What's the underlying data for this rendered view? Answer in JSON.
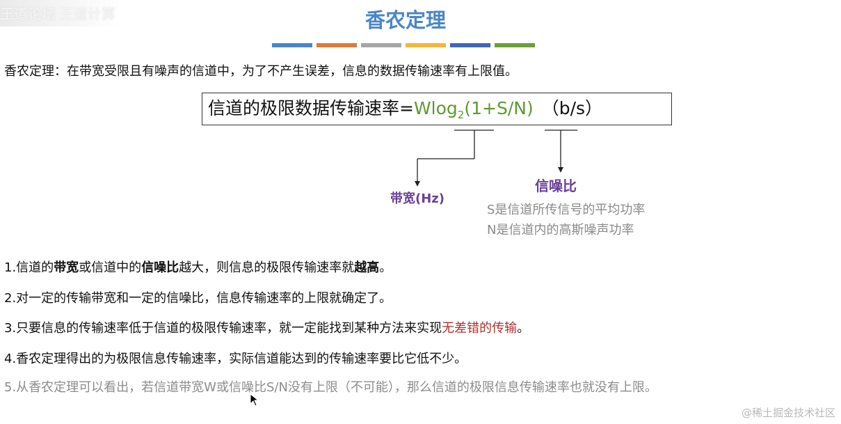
{
  "forum_logo": {
    "main": "王道论坛",
    "sub": "王道计算"
  },
  "slide": {
    "title": "香农定理",
    "title_bar_colors": [
      "#4a86c5",
      "#dd7a3a",
      "#a6a6a6",
      "#f2b83a",
      "#3f65b6",
      "#6c9e3c"
    ],
    "intro": "香农定理：在带宽受限且有噪声的信道中，为了不产生误差，信息的数据传输速率有上限值。",
    "formula": {
      "prefix": "信道的极限数据传输速率=",
      "expr_before_sub": "Wlog",
      "subscript": "2",
      "expr_after_sub": "(1+S/N)",
      "unit": "（b/s）"
    },
    "bandwidth_label": "带宽(Hz)",
    "snr_label": "信噪比",
    "snr_desc_s": "S是信道所传信号的平均功率",
    "snr_desc_n": "N是信道内的高斯噪声功率",
    "points": {
      "p1": {
        "a": "1.信道的",
        "b": "带宽",
        "c": "或信道中的",
        "d": "信噪比",
        "e": "越大，则信息的极限传输速率就",
        "f": "越高",
        "g": "。"
      },
      "p2": "2.对一定的传输带宽和一定的信噪比，信息传输速率的上限就确定了。",
      "p3": {
        "a": "3.只要信息的传输速率低于信道的极限传输速率，就一定能找到某种方法来实现",
        "b": "无差错的传输",
        "c": "。"
      },
      "p4": "4.香农定理得出的为极限信息传输速率，实际信道能达到的传输速率要比它低不少。",
      "p5": "5.从香农定理可以看出，若信道带宽W或信噪比S/N没有上限（不可能），那么信道的极限信息传输速率也就没有上限。"
    }
  },
  "watermark": "@稀土掘金技术社区"
}
